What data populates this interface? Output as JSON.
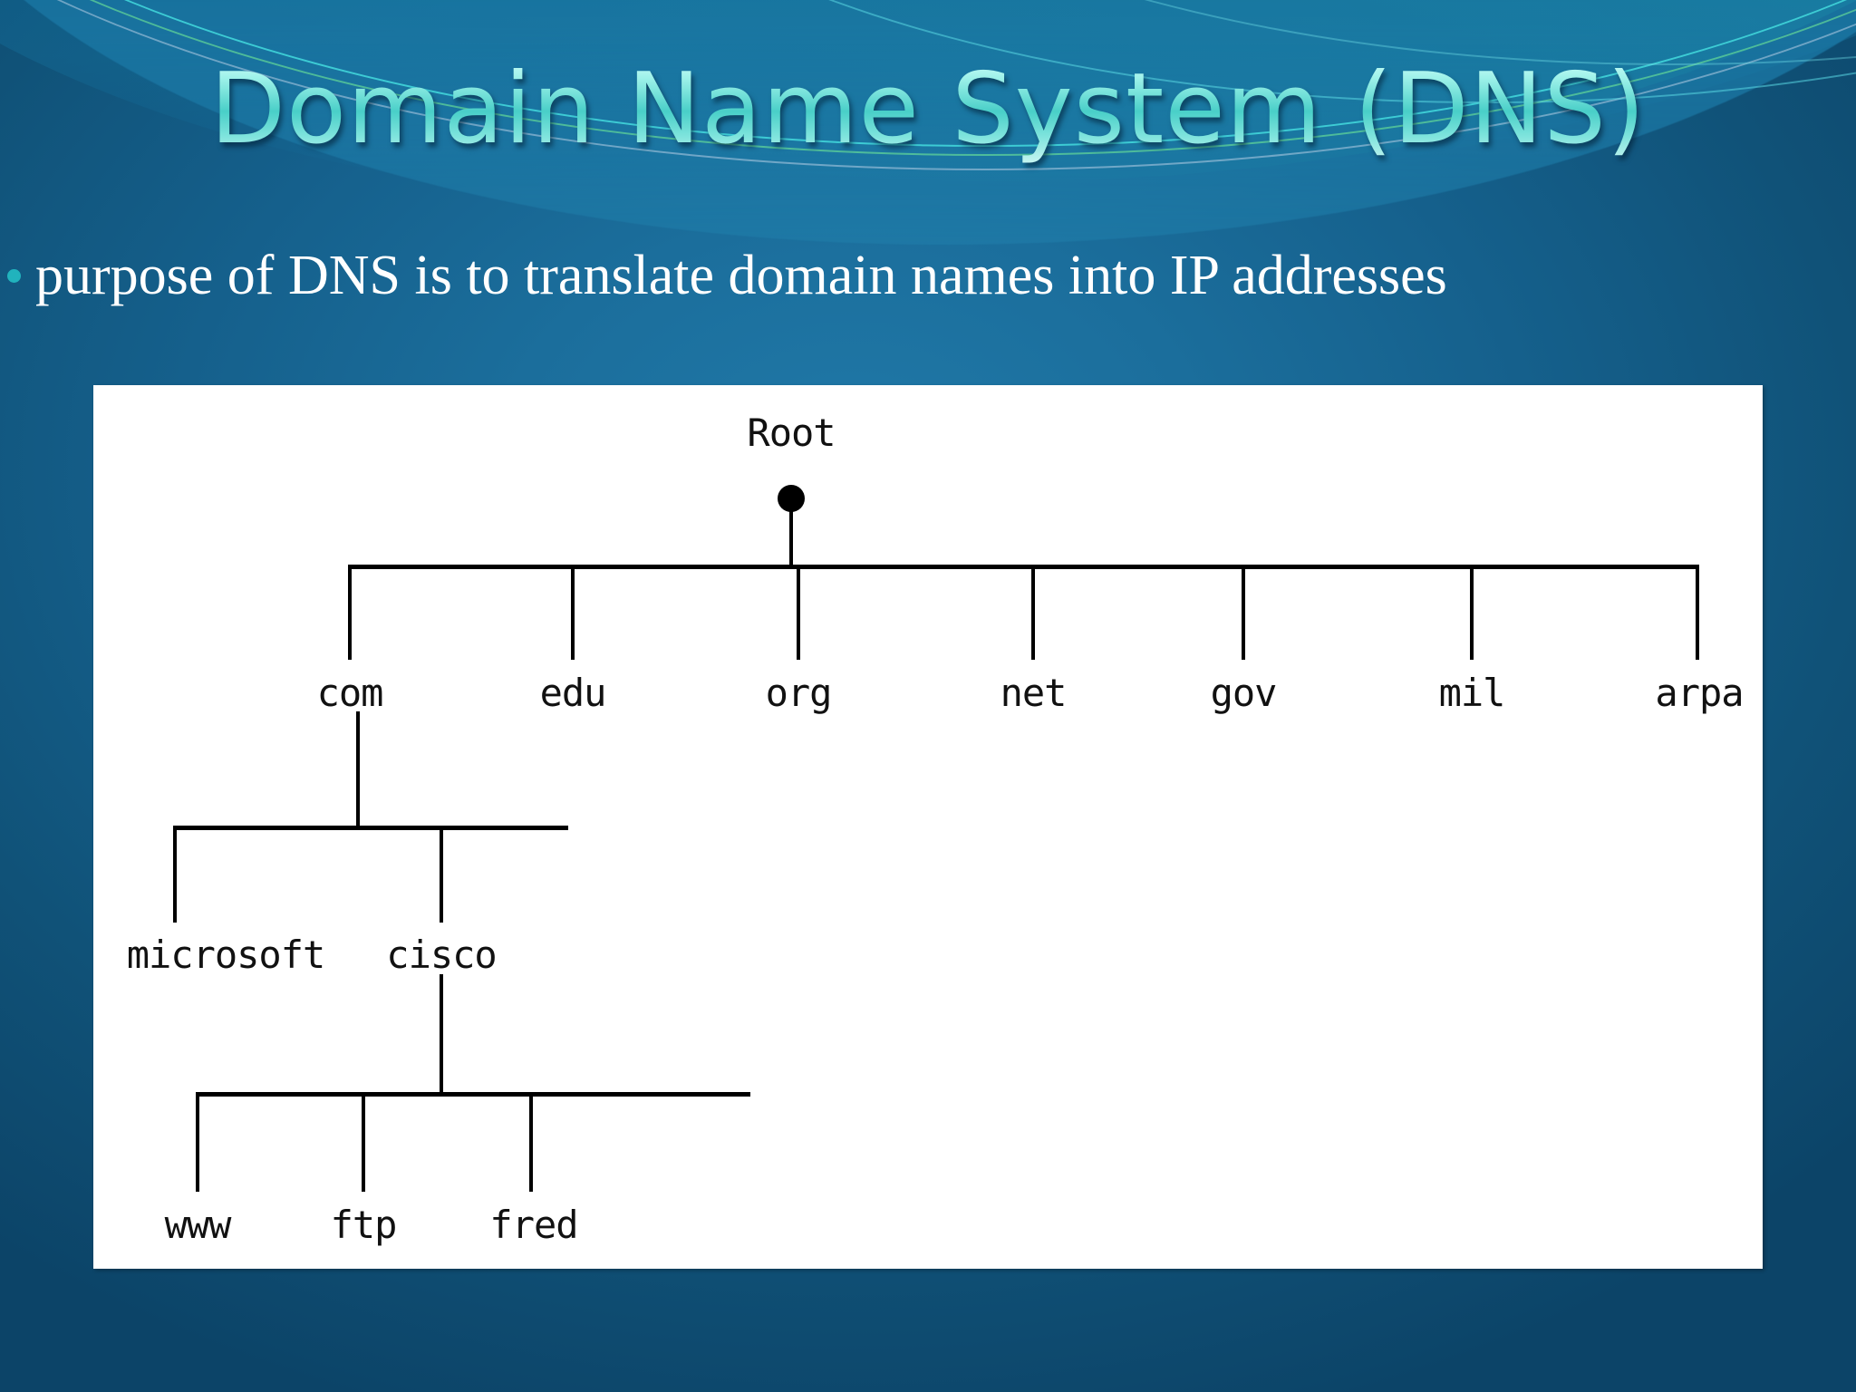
{
  "slide": {
    "title": "Domain Name System (DNS)",
    "bullet": "purpose of DNS is to translate domain names into IP addresses",
    "bullet_marker": "bullet-dot-icon"
  },
  "colors": {
    "title_text": "#7fe9e2",
    "body_text": "#ffffff",
    "bullet_marker": "#21b3bd",
    "background_center": "#1f77a5",
    "background_edge": "#0c4468",
    "panel_background": "#ffffff",
    "tree_stroke": "#000000"
  },
  "chart_data": {
    "type": "tree",
    "title": "DNS hierarchical namespace tree",
    "root": {
      "label": "Root",
      "marker": "filled-dot"
    },
    "levels": [
      {
        "name": "top-level-domains",
        "nodes": [
          "com",
          "edu",
          "org",
          "net",
          "gov",
          "mil",
          "arpa"
        ]
      },
      {
        "name": "second-level-domains",
        "parent": "com",
        "nodes": [
          "microsoft",
          "cisco"
        ]
      },
      {
        "name": "host-names",
        "parent": "cisco",
        "nodes": [
          "www",
          "ftp",
          "fred"
        ]
      }
    ],
    "edges": [
      {
        "from": "Root",
        "to": "com"
      },
      {
        "from": "Root",
        "to": "edu"
      },
      {
        "from": "Root",
        "to": "org"
      },
      {
        "from": "Root",
        "to": "net"
      },
      {
        "from": "Root",
        "to": "gov"
      },
      {
        "from": "Root",
        "to": "mil"
      },
      {
        "from": "Root",
        "to": "arpa"
      },
      {
        "from": "com",
        "to": "microsoft"
      },
      {
        "from": "com",
        "to": "cisco"
      },
      {
        "from": "cisco",
        "to": "www"
      },
      {
        "from": "cisco",
        "to": "ftp"
      },
      {
        "from": "cisco",
        "to": "fred"
      }
    ]
  },
  "tree_labels": {
    "root": "Root",
    "tld": {
      "com": "com",
      "edu": "edu",
      "org": "org",
      "net": "net",
      "gov": "gov",
      "mil": "mil",
      "arpa": "arpa"
    },
    "sld": {
      "microsoft": "microsoft",
      "cisco": "cisco"
    },
    "hosts": {
      "www": "www",
      "ftp": "ftp",
      "fred": "fred"
    }
  }
}
